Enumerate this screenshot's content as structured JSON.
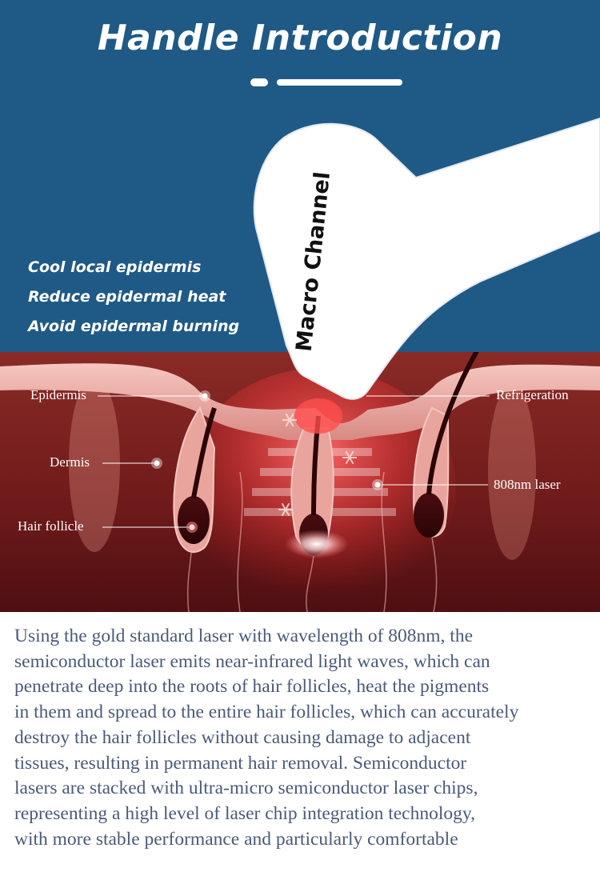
{
  "header": {
    "title": "Handle Introduction"
  },
  "benefits": [
    "Cool local epidermis",
    "Reduce epidermal heat",
    "Avoid epidermal burning"
  ],
  "handle": {
    "label": "Macro Channel"
  },
  "diagram": {
    "labels": {
      "epidermis": "Epidermis",
      "dermis": "Dermis",
      "hair_follicle": "Hair follicle",
      "refrigeration": "Refrigeration",
      "laser": "808nm laser"
    }
  },
  "description": "Using the gold standard laser with wavelength of 808nm, the\nsemiconductor laser emits near-infrared light waves, which can\npenetrate deep into the roots of hair follicles, heat the pigments\nin them and spread to the entire hair follicles, which can accurately\ndestroy the hair follicles without causing damage to adjacent\ntissues, resulting in permanent hair removal. Semiconductor\nlasers are stacked with ultra-micro semiconductor laser chips,\nrepresenting a high level of laser chip integration technology,\nwith more stable performance and particularly comfortable"
}
